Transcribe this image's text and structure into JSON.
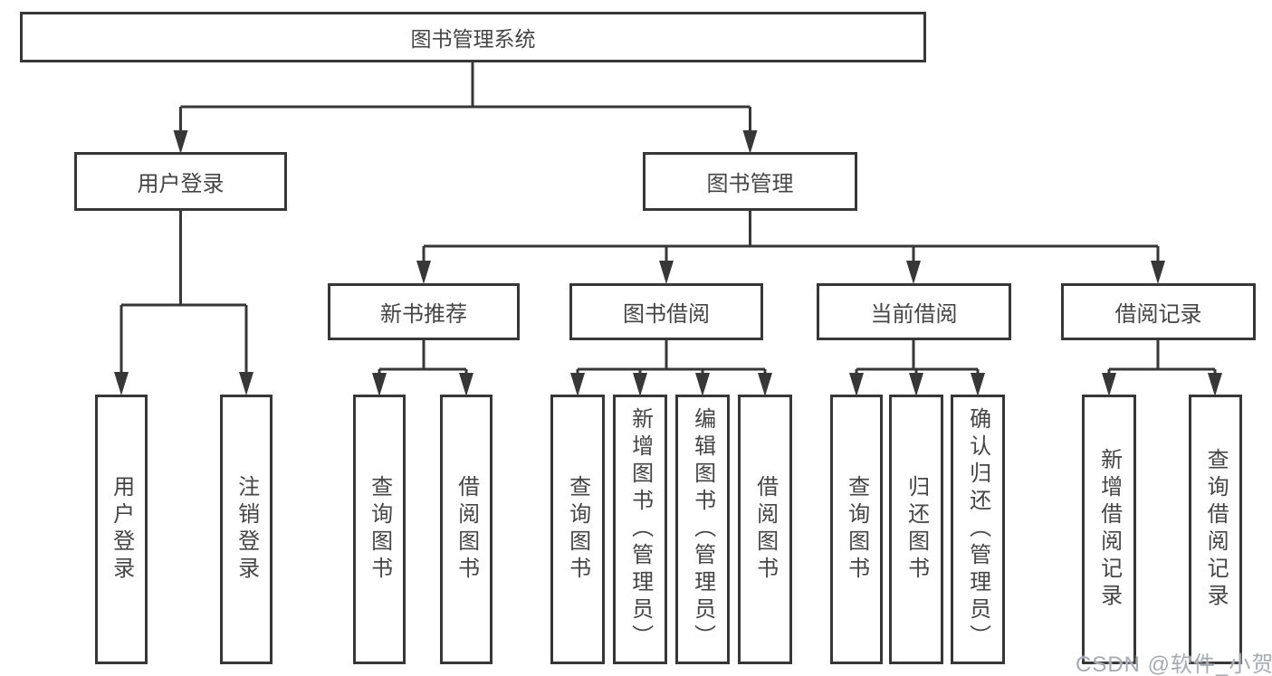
{
  "diagram": {
    "colors": {
      "line": "#373737",
      "border": "#373737",
      "text": "#454545",
      "watermark": "#a6abb1",
      "background": "#ffffff"
    },
    "tree": {
      "label": "图书管理系统",
      "children": [
        {
          "label": "用户登录",
          "children": [
            {
              "label": "用户登录"
            },
            {
              "label": "注销登录"
            }
          ]
        },
        {
          "label": "图书管理",
          "children": [
            {
              "label": "新书推荐",
              "children": [
                {
                  "label": "查询图书"
                },
                {
                  "label": "借阅图书"
                }
              ]
            },
            {
              "label": "图书借阅",
              "children": [
                {
                  "label": "查询图书"
                },
                {
                  "label": "新增图书（管理员）"
                },
                {
                  "label": "编辑图书（管理员）"
                },
                {
                  "label": "借阅图书"
                }
              ]
            },
            {
              "label": "当前借阅",
              "children": [
                {
                  "label": "查询图书"
                },
                {
                  "label": "归还图书"
                },
                {
                  "label": "确认归还（管理员）"
                }
              ]
            },
            {
              "label": "借阅记录",
              "children": [
                {
                  "label": "新增借阅记录"
                },
                {
                  "label": "查询借阅记录"
                }
              ]
            }
          ]
        }
      ]
    },
    "watermark": "CSDN @软件_小贺同学"
  }
}
